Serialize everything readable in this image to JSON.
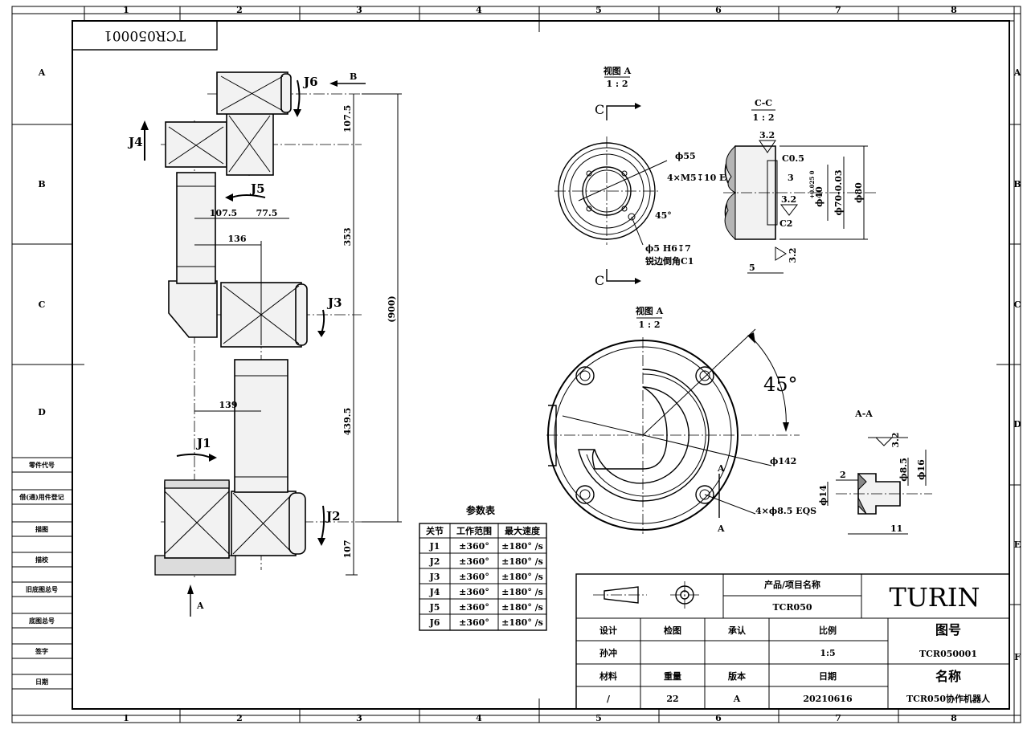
{
  "drawing_no_box": "TCR050001",
  "grid": {
    "columns": [
      "1",
      "2",
      "3",
      "4",
      "5",
      "6",
      "7",
      "8"
    ],
    "rows": [
      "A",
      "B",
      "C",
      "D",
      "E",
      "F"
    ]
  },
  "side_panel": [
    "零件代号",
    "借(通)用件登记",
    "描图",
    "描校",
    "旧底图总号",
    "底图总号",
    "签字",
    "日期"
  ],
  "robot": {
    "joints": {
      "j1": "J1",
      "j2": "J2",
      "j3": "J3",
      "j4": "J4",
      "j5": "J5",
      "j6": "J6"
    },
    "dims": {
      "d107_5_top": "107.5",
      "d353": "353",
      "d900": "(900)",
      "d439_5": "439.5",
      "d107_bottom": "107",
      "d107_5_left": "107.5",
      "d77_5": "77.5",
      "d136": "136",
      "d139": "139"
    },
    "view_arrow_a": "A",
    "view_arrow_b": "B"
  },
  "view_top": {
    "title": "视图 A",
    "scale": "1 : 2",
    "section_c": "C",
    "phi55": "ϕ55",
    "m5": "4×M5↧10 EQS",
    "angle45": "45°",
    "pin": "ϕ5 H6↧7",
    "chamfer": "锐边倒角C1"
  },
  "section_cc": {
    "title": "C-C",
    "scale": "1 : 2",
    "rough1": "3.2",
    "co5": "C0.5",
    "d3": "3",
    "rough2": "3.2",
    "phi40": "ϕ40",
    "tol40": "+0.025 0",
    "phi70": "ϕ70-0.03",
    "phi80": "ϕ80",
    "c2": "C2",
    "d5": "5",
    "rough3": "3.2"
  },
  "view_bottom": {
    "title": "视图 A",
    "scale": "1 : 2",
    "angle45": "45°",
    "phi142": "ϕ142",
    "holes": "4×ϕ8.5 EQS",
    "sec_a": "A"
  },
  "section_aa": {
    "title": "A-A",
    "rough": "3.2",
    "d2": "2",
    "phi8_5": "ϕ8.5",
    "phi16": "ϕ16",
    "phi14": "ϕ14",
    "d11": "11"
  },
  "param_table": {
    "title": "参数表",
    "headers": [
      "关节",
      "工作范围",
      "最大速度"
    ],
    "rows": [
      [
        "J1",
        "±360°",
        "±180° /s"
      ],
      [
        "J2",
        "±360°",
        "±180° /s"
      ],
      [
        "J3",
        "±360°",
        "±180° /s"
      ],
      [
        "J4",
        "±360°",
        "±180° /s"
      ],
      [
        "J5",
        "±360°",
        "±180° /s"
      ],
      [
        "J6",
        "±360°",
        "±180° /s"
      ]
    ]
  },
  "title_block": {
    "product_label": "产品/项目名称",
    "product": "TCR050",
    "company": "TURIN",
    "drawing_no_label": "图号",
    "drawing_no": "TCR050001",
    "name_label": "名称",
    "name": "TCR050协作机器人",
    "design": "设计",
    "check": "检图",
    "approve": "承认",
    "scale_label": "比例",
    "designer": "孙冲",
    "scale": "1:5",
    "material": "材料",
    "weight": "重量",
    "version": "版本",
    "date_label": "日期",
    "material_val": "/",
    "weight_val": "22",
    "version_val": "A",
    "date": "20210616"
  }
}
